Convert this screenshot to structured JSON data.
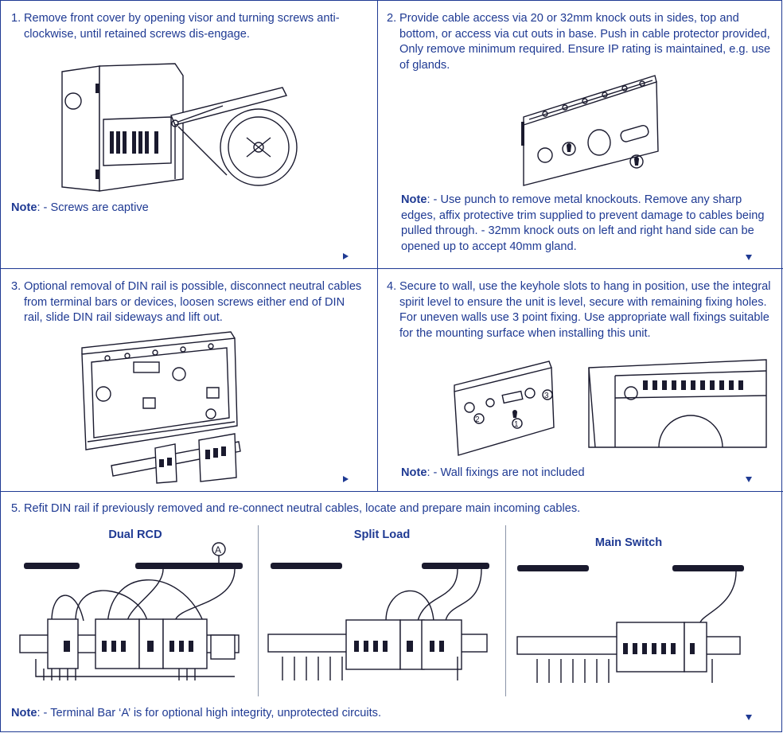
{
  "steps": [
    {
      "num": "1.",
      "text": "Remove front cover by opening visor and turning screws anti-clockwise, until retained screws dis-engage."
    },
    {
      "num": "2.",
      "text": "Provide cable access via 20 or 32mm knock outs in sides, top and bottom, or access via cut outs in base. Push in cable protector provided, Only remove minimum required. Ensure IP rating is maintained, e.g. use of glands."
    },
    {
      "num": "3.",
      "text": "Optional removal of DIN rail is possible, disconnect neutral cables from terminal bars or devices, loosen screws either end of DIN rail, slide DIN rail sideways and lift out."
    },
    {
      "num": "4.",
      "text": "Secure to wall, use the keyhole slots to hang in position, use the integral spirit level to ensure the unit is level, secure with remaining fixing holes. For uneven walls use 3 point fixing. Use appropriate wall fixings suitable for the mounting surface when installing this unit."
    },
    {
      "num": "5.",
      "text": "Refit DIN rail if previously removed and  re-connect neutral cables, locate and prepare main incoming cables."
    }
  ],
  "notes": {
    "label": "Note",
    "sep": ": - ",
    "sep4": ": - ",
    "note1": "Screws are captive",
    "note2": "Use punch to remove metal knockouts. Remove any sharp edges, affix protective trim supplied to prevent damage to cables being pulled through. - 32mm knock outs on left and right hand side can be opened up to accept 40mm gland.",
    "note4": "Wall fixings are not included",
    "note5": "Terminal Bar ‘A’ is for optional high integrity, unprotected circuits."
  },
  "diagrams": {
    "dual_rcd": "Dual RCD",
    "split_load": "Split Load",
    "main_switch": "Main Switch",
    "terminal_marker": "A"
  },
  "markers": [
    "1",
    "2",
    "3"
  ],
  "colors": {
    "text": "#1f3a93",
    "lines": "#1a1a2e"
  }
}
